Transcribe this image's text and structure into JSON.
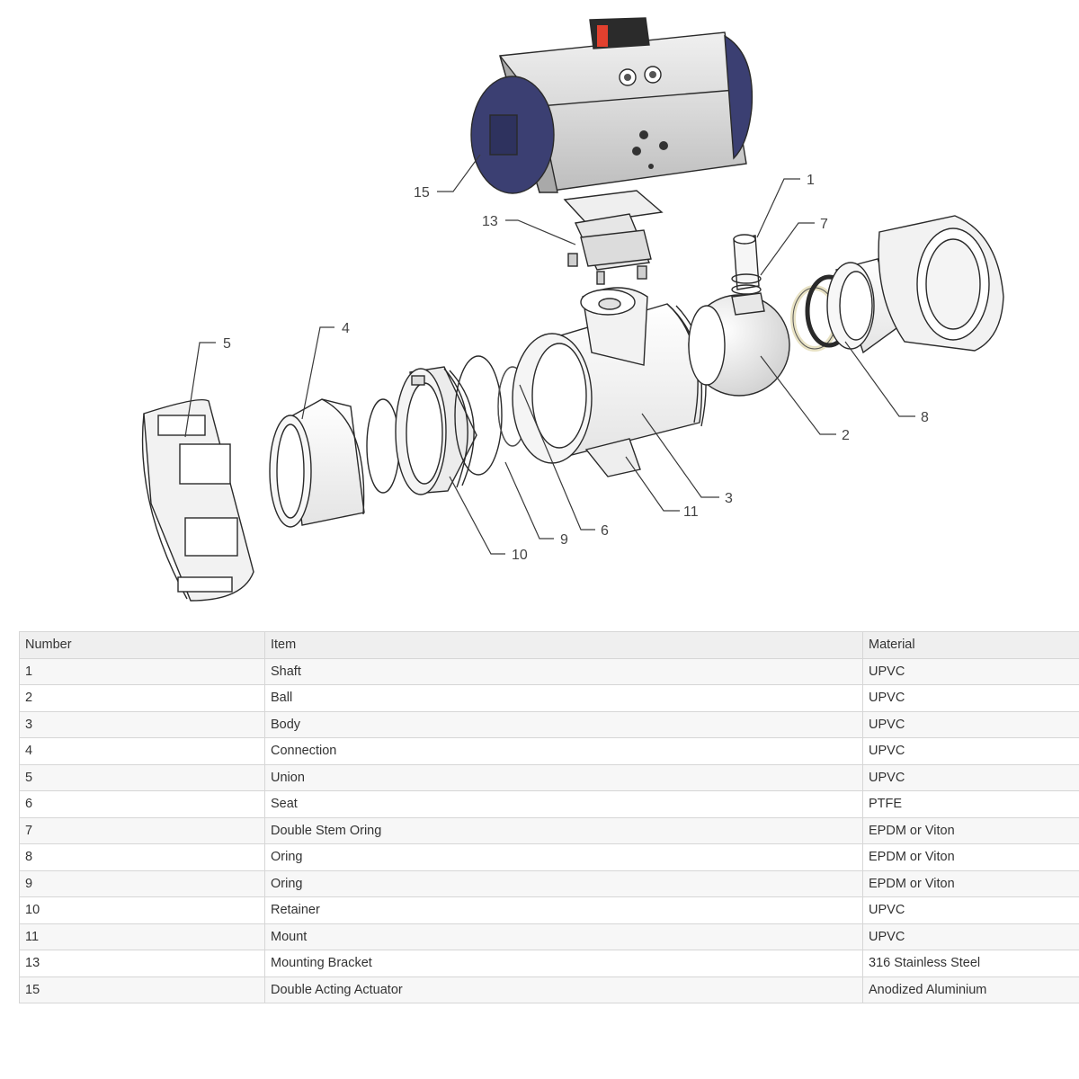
{
  "diagram": {
    "callouts": [
      {
        "id": "1",
        "label": "1"
      },
      {
        "id": "2",
        "label": "2"
      },
      {
        "id": "3",
        "label": "3"
      },
      {
        "id": "4",
        "label": "4"
      },
      {
        "id": "5",
        "label": "5"
      },
      {
        "id": "6",
        "label": "6"
      },
      {
        "id": "7",
        "label": "7"
      },
      {
        "id": "8",
        "label": "8"
      },
      {
        "id": "9",
        "label": "9"
      },
      {
        "id": "10",
        "label": "10"
      },
      {
        "id": "11",
        "label": "11"
      },
      {
        "id": "13",
        "label": "13"
      },
      {
        "id": "15",
        "label": "15"
      }
    ],
    "colors": {
      "actuator_cap": "#3b3f72",
      "actuator_body": "#d9d9d9",
      "indicator_red": "#e2402e",
      "indicator_black": "#2b2b2b",
      "seat_ring": "#e8e2c4",
      "oring": "#2a2a2a",
      "part_fill": "#f4f4f4"
    }
  },
  "table": {
    "headers": [
      "Number",
      "Item",
      "Material"
    ],
    "rows": [
      [
        "1",
        "Shaft",
        "UPVC"
      ],
      [
        "2",
        "Ball",
        "UPVC"
      ],
      [
        "3",
        "Body",
        "UPVC"
      ],
      [
        "4",
        "Connection",
        "UPVC"
      ],
      [
        "5",
        "Union",
        "UPVC"
      ],
      [
        "6",
        "Seat",
        "PTFE"
      ],
      [
        "7",
        "Double Stem Oring",
        "EPDM or Viton"
      ],
      [
        "8",
        "Oring",
        "EPDM or Viton"
      ],
      [
        "9",
        "Oring",
        "EPDM or Viton"
      ],
      [
        "10",
        "Retainer",
        "UPVC"
      ],
      [
        "11",
        "Mount",
        "UPVC"
      ],
      [
        "13",
        "Mounting Bracket",
        "316 Stainless Steel"
      ],
      [
        "15",
        "Double Acting Actuator",
        "Anodized Aluminium"
      ]
    ]
  }
}
